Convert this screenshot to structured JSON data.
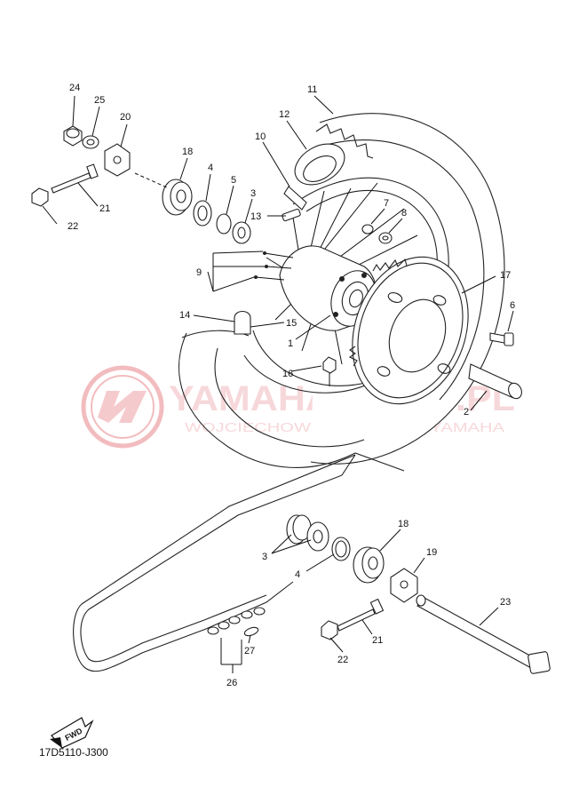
{
  "diagram": {
    "code": "17D5110-J300",
    "fwd_label": "FWD",
    "watermark": {
      "line1": "YAMAHASKLEP.PL",
      "line2": "WOJCIECHOWICZ | DEALER YAMAHA",
      "color": "#e8878c"
    },
    "callouts": {
      "c1": "1",
      "c2": "2",
      "c3a": "3",
      "c3b": "3",
      "c4a": "4",
      "c4b": "4",
      "c5": "5",
      "c6": "6",
      "c7": "7",
      "c8": "8",
      "c9": "9",
      "c10": "10",
      "c11": "11",
      "c12": "12",
      "c13": "13",
      "c14": "14",
      "c15": "15",
      "c16": "16",
      "c17": "17",
      "c18a": "18",
      "c18b": "18",
      "c19": "19",
      "c20": "20",
      "c21a": "21",
      "c21b": "21",
      "c22a": "22",
      "c22b": "22",
      "c23": "23",
      "c24": "24",
      "c25": "25",
      "c26": "26",
      "c27": "27"
    }
  }
}
